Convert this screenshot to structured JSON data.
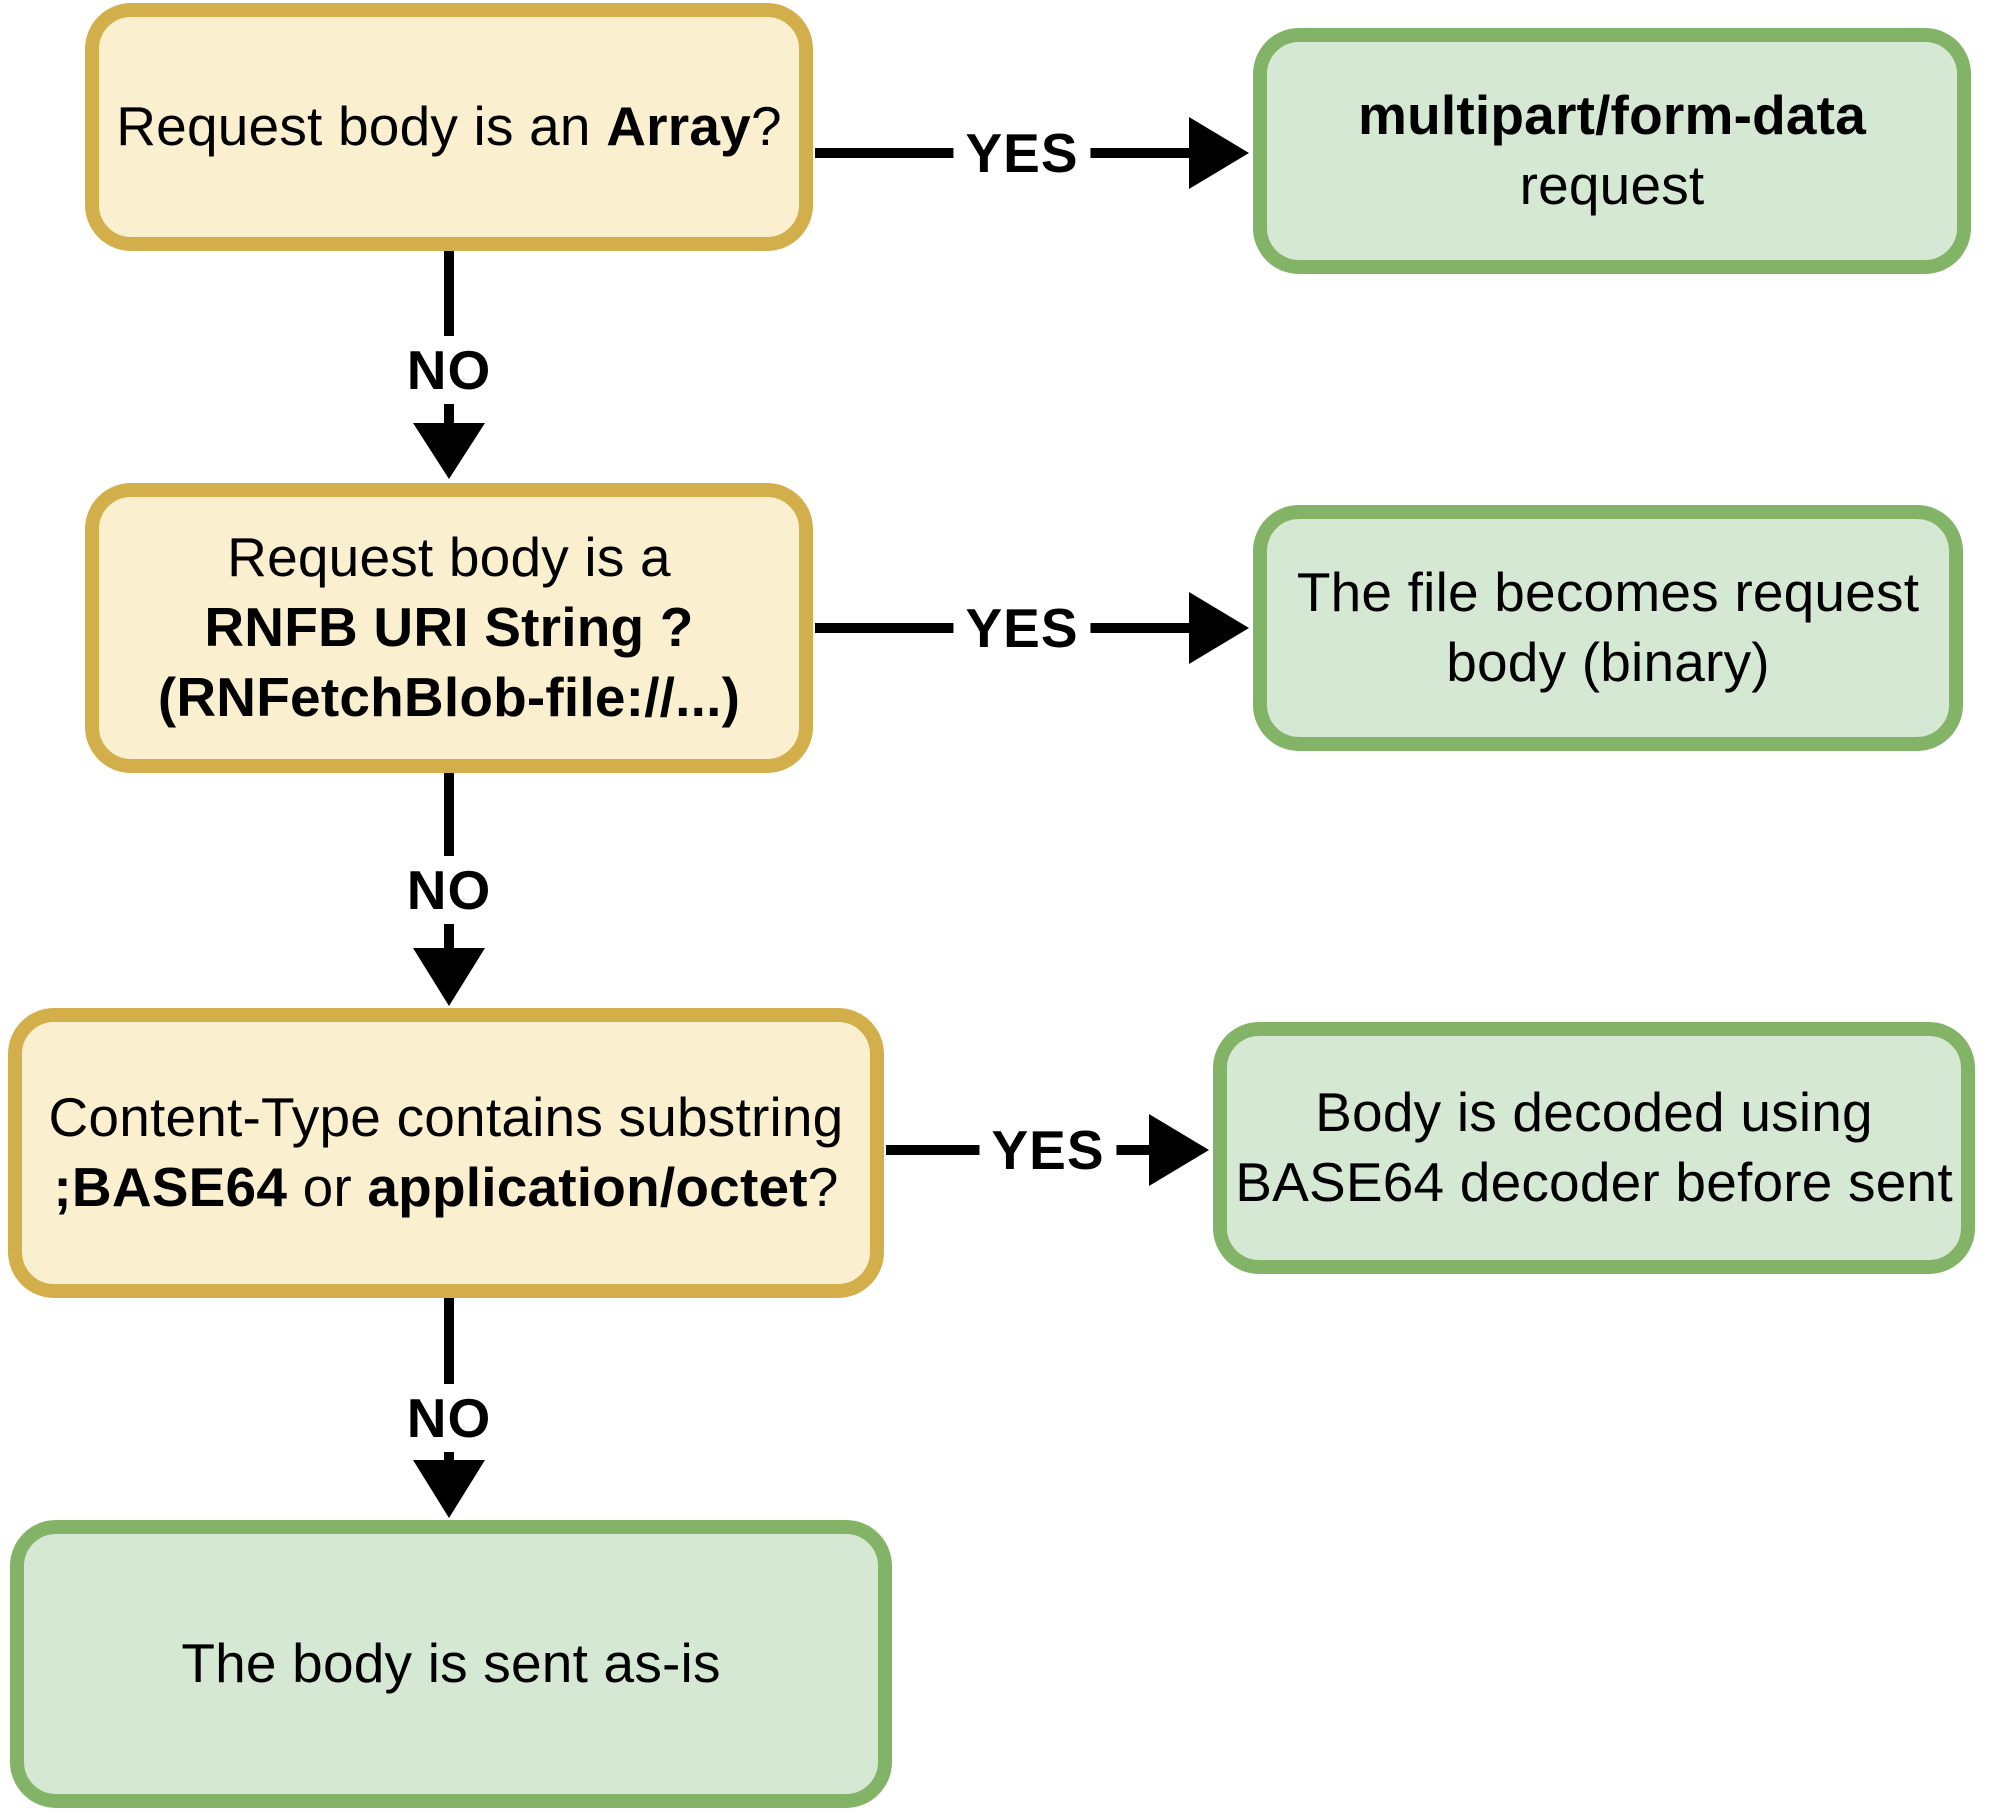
{
  "colors": {
    "background": "#FFFFFF",
    "question_fill": "#FAF0D0",
    "question_border": "#D3AF4C",
    "answer_fill": "#D5E8D4",
    "answer_border": "#82B366",
    "connector": "#000000",
    "text": "#000000"
  },
  "nodes": {
    "q_array": {
      "kind": "question",
      "lines": [
        [
          {
            "t": "Request body is an ",
            "b": false
          },
          {
            "t": "Array",
            "b": true
          },
          {
            "t": "?",
            "b": false
          }
        ]
      ]
    },
    "a_multipart": {
      "kind": "answer",
      "lines": [
        [
          {
            "t": "multipart/form-data",
            "b": true
          }
        ],
        [
          {
            "t": "request",
            "b": false
          }
        ]
      ]
    },
    "q_rnfb_uri": {
      "kind": "question",
      "lines": [
        [
          {
            "t": "Request body is a",
            "b": false
          }
        ],
        [
          {
            "t": "RNFB URI String ?",
            "b": true
          }
        ],
        [
          {
            "t": "(RNFetchBlob-file://...)",
            "b": true
          }
        ]
      ]
    },
    "a_file_binary": {
      "kind": "answer",
      "lines": [
        [
          {
            "t": "The file becomes request",
            "b": false
          }
        ],
        [
          {
            "t": "body (binary)",
            "b": false
          }
        ]
      ]
    },
    "q_content_type": {
      "kind": "question",
      "lines": [
        [
          {
            "t": "Content-Type contains substring",
            "b": false
          }
        ],
        [
          {
            "t": ";BASE64",
            "b": true
          },
          {
            "t": " or ",
            "b": false
          },
          {
            "t": "application/octet",
            "b": true
          },
          {
            "t": "?",
            "b": false
          }
        ]
      ]
    },
    "a_base64_decode": {
      "kind": "answer",
      "lines": [
        [
          {
            "t": "Body is decoded using",
            "b": false
          }
        ],
        [
          {
            "t": "BASE64 decoder before sent",
            "b": false
          }
        ]
      ]
    },
    "a_as_is": {
      "kind": "answer",
      "lines": [
        [
          {
            "t": "The body is sent as-is",
            "b": false
          }
        ]
      ]
    }
  },
  "edges": {
    "yes_array": {
      "label": "YES"
    },
    "no_array": {
      "label": "NO"
    },
    "yes_rnfb": {
      "label": "YES"
    },
    "no_rnfb": {
      "label": "NO"
    },
    "yes_content_type": {
      "label": "YES"
    },
    "no_content_type": {
      "label": "NO"
    }
  }
}
